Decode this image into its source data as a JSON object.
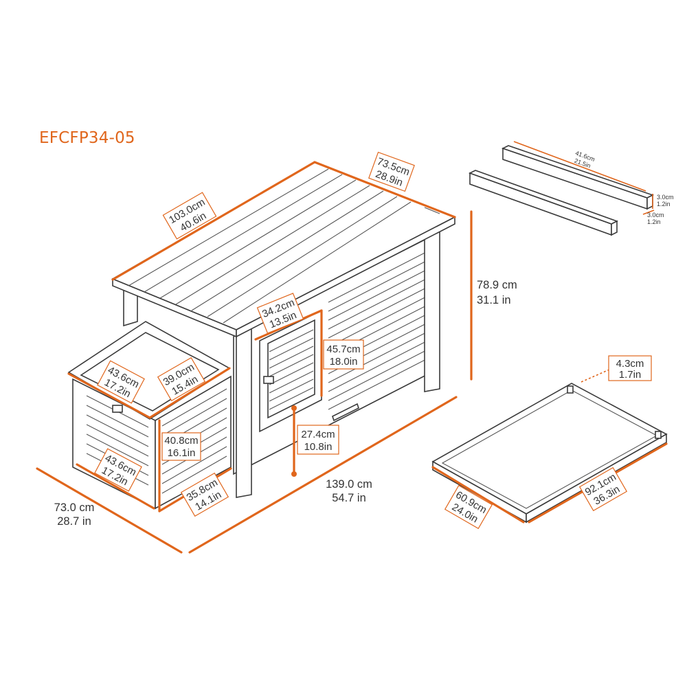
{
  "model": "EFCFP34-05",
  "dims": {
    "roof_length": {
      "cm": "103.0cm",
      "in": "40.6in"
    },
    "roof_depth": {
      "cm": "73.5cm",
      "in": "28.9in"
    },
    "height": {
      "cm": "78.9 cm",
      "in": "31.1 in"
    },
    "depth": {
      "cm": "73.0 cm",
      "in": "28.7 in"
    },
    "length": {
      "cm": "139.0 cm",
      "in": "54.7 in"
    },
    "door_width": {
      "cm": "34.2cm",
      "in": "13.5in"
    },
    "door_height": {
      "cm": "45.7cm",
      "in": "18.0in"
    },
    "floor_clearance": {
      "cm": "27.4cm",
      "in": "10.8in"
    },
    "box_lid_front": {
      "cm": "43.6cm",
      "in": "17.2in"
    },
    "box_lid_side": {
      "cm": "39.0cm",
      "in": "15.4in"
    },
    "box_height": {
      "cm": "40.8cm",
      "in": "16.1in"
    },
    "box_front_width": {
      "cm": "43.6cm",
      "in": "17.2in"
    },
    "box_side_width": {
      "cm": "35.8cm",
      "in": "14.1in"
    },
    "perch_length": {
      "cm": "41.6cm",
      "in": "21.5in"
    },
    "perch_section_a": {
      "cm": "3.0cm",
      "in": "1.2in"
    },
    "perch_section_b": {
      "cm": "3.0cm",
      "in": "1.2in"
    },
    "tray_depth": {
      "cm": "4.3cm",
      "in": "1.7in"
    },
    "tray_width": {
      "cm": "60.9cm",
      "in": "24.0in"
    },
    "tray_length": {
      "cm": "92.1cm",
      "in": "36.3in"
    }
  },
  "colors": {
    "accent": "#e0661c",
    "line": "#3a3a3a",
    "background": "#ffffff"
  }
}
